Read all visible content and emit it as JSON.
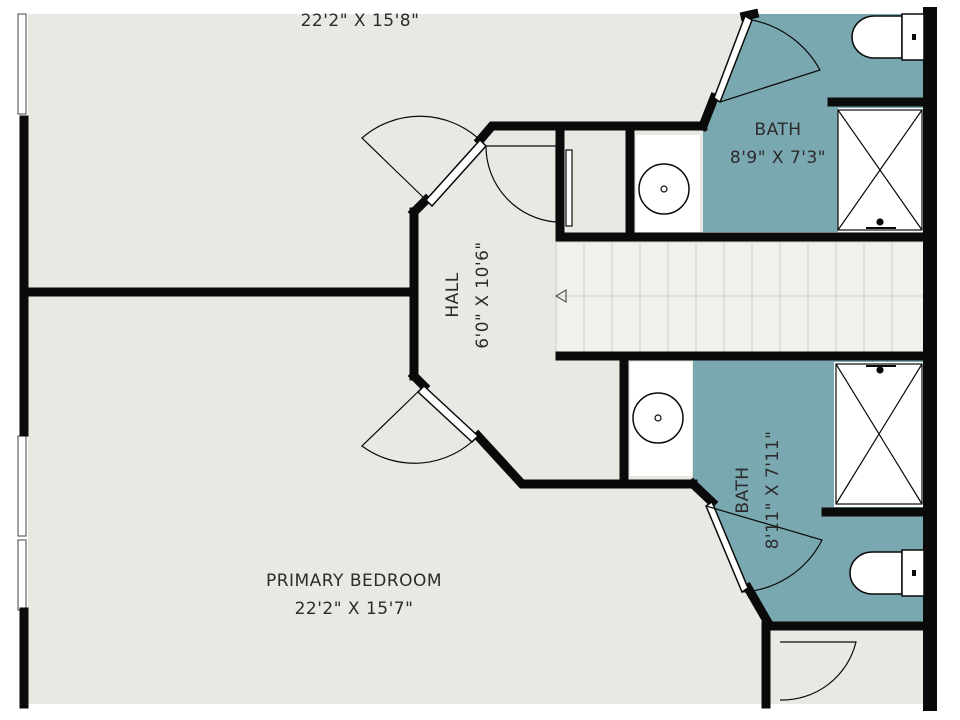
{
  "colors": {
    "floor": "#e9e9e4",
    "bath": "#7aa8b0",
    "wall": "#0a0a0a",
    "fixture": "#ffffff"
  },
  "rooms": {
    "top_bedroom": {
      "dims": "22'2\" X 15'8\""
    },
    "bath_upper": {
      "name": "BATH",
      "dims": "8'9\" X 7'3\""
    },
    "hall": {
      "name": "HALL",
      "dims": "6'0\" X 10'6\""
    },
    "bath_lower": {
      "name": "BATH",
      "dims": "8'11\" X 7'11\""
    },
    "primary_bedroom": {
      "name": "PRIMARY BEDROOM",
      "dims": "22'2\" X 15'7\""
    }
  }
}
